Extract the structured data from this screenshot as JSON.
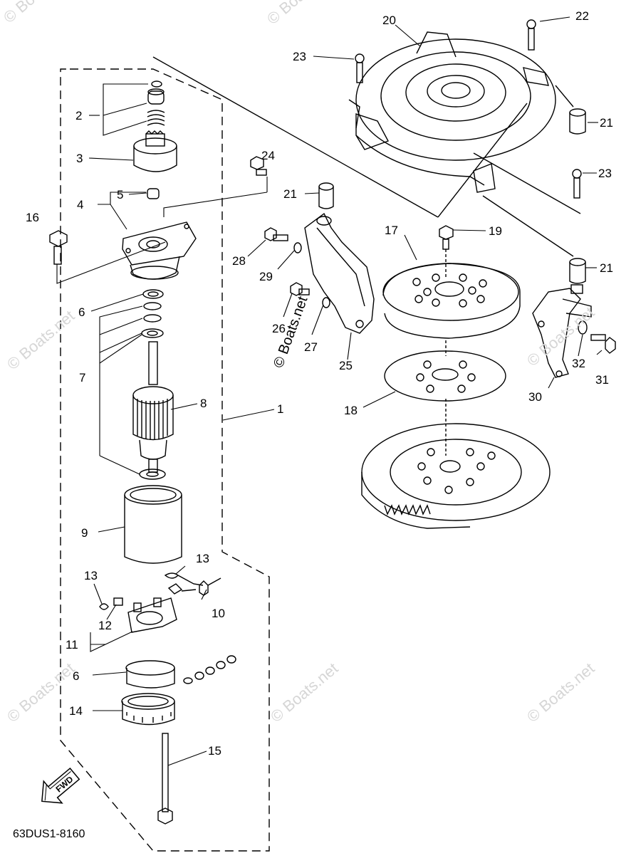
{
  "diagram_code": "63DUS1-8160",
  "watermark": "© Boats.net",
  "fwd_label": "FWD",
  "callouts": [
    "1",
    "2",
    "3",
    "4",
    "5",
    "6",
    "7",
    "8",
    "9",
    "10",
    "11",
    "12",
    "13",
    "14",
    "15",
    "16",
    "17",
    "18",
    "19",
    "20",
    "21",
    "22",
    "23",
    "24",
    "25",
    "26",
    "27",
    "28",
    "29",
    "30",
    "31",
    "32"
  ],
  "line_color": "#000000",
  "watermark_color": "#d6d6d6"
}
